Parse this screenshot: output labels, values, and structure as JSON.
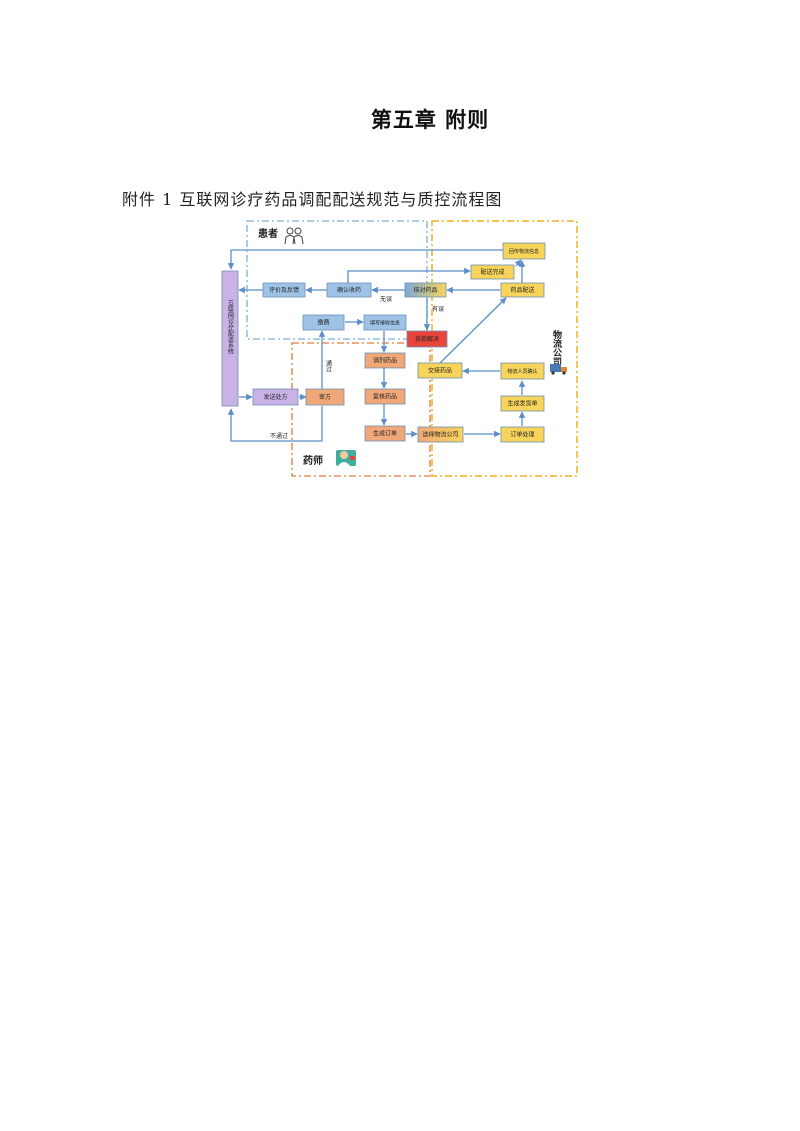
{
  "chapter_title": "第五章  附则",
  "attachment_title": "附件 1  互联网诊疗药品调配配送规范与质控流程图",
  "zones": {
    "patient": "患者",
    "pharmacist": "药师",
    "logistics": "物流公司"
  },
  "nodes": {
    "system": "互联网诊疗配送系统",
    "feedback": "评价及反馈",
    "confirm_receipt": "确认收药",
    "check_drugs": "核对药品",
    "delivery_done": "配送完成",
    "return_info": "回传物流信息",
    "drug_delivery": "药品配送",
    "payment": "缴费",
    "fill_address": "填写接收信息",
    "resolve": "协商解决",
    "dispense": "调剂药品",
    "recheck": "复核药品",
    "gen_order": "生成订单",
    "send_rx": "发送处方",
    "review_rx": "审方",
    "handover": "交接药品",
    "courier_confirm": "物流人员确认",
    "gen_waybill": "生成发货单",
    "choose_logistics": "选择物流公司",
    "order_process": "订单处理"
  },
  "edge_labels": {
    "no_error": "无误",
    "has_error": "有误",
    "pass": "通过",
    "fail": "不通过"
  },
  "colors": {
    "blue_box": "#9fc3e7",
    "purple_box": "#c9b3e6",
    "orange_box": "#f0a878",
    "yellow_box": "#f8d55a",
    "red_box": "#e8453c",
    "arrow": "#5b8fc8"
  },
  "icons": [
    "people-icon",
    "pharmacist-icon",
    "truck-icon"
  ]
}
